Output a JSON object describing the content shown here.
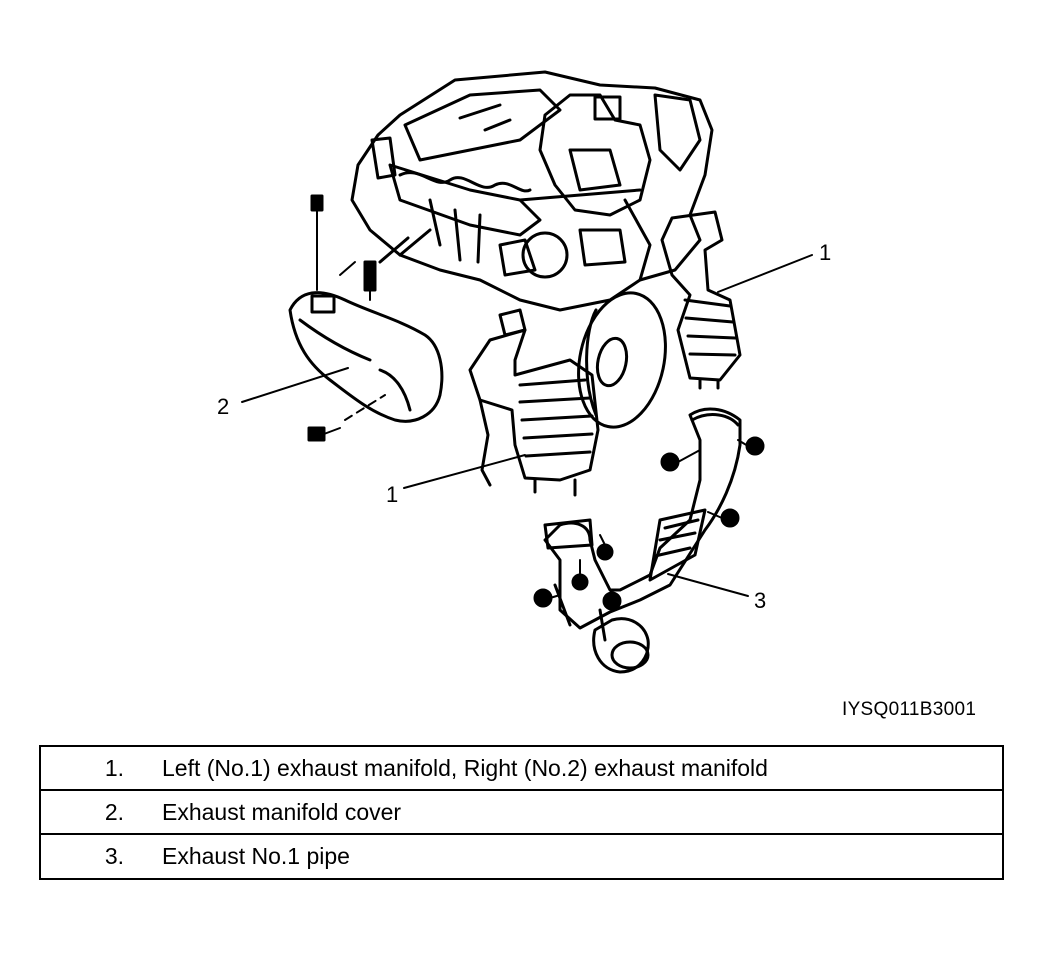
{
  "diagram": {
    "callouts": [
      {
        "id": "c1a",
        "text": "1"
      },
      {
        "id": "c1b",
        "text": "1"
      },
      {
        "id": "c2",
        "text": "2"
      },
      {
        "id": "c3",
        "text": "3"
      }
    ],
    "figure_id": "IYSQ011B3001"
  },
  "legend": {
    "rows": [
      {
        "num": "1.",
        "text": "Left (No.1) exhaust manifold, Right (No.2) exhaust manifold"
      },
      {
        "num": "2.",
        "text": "Exhaust manifold cover"
      },
      {
        "num": "3.",
        "text": "Exhaust No.1 pipe"
      }
    ]
  }
}
